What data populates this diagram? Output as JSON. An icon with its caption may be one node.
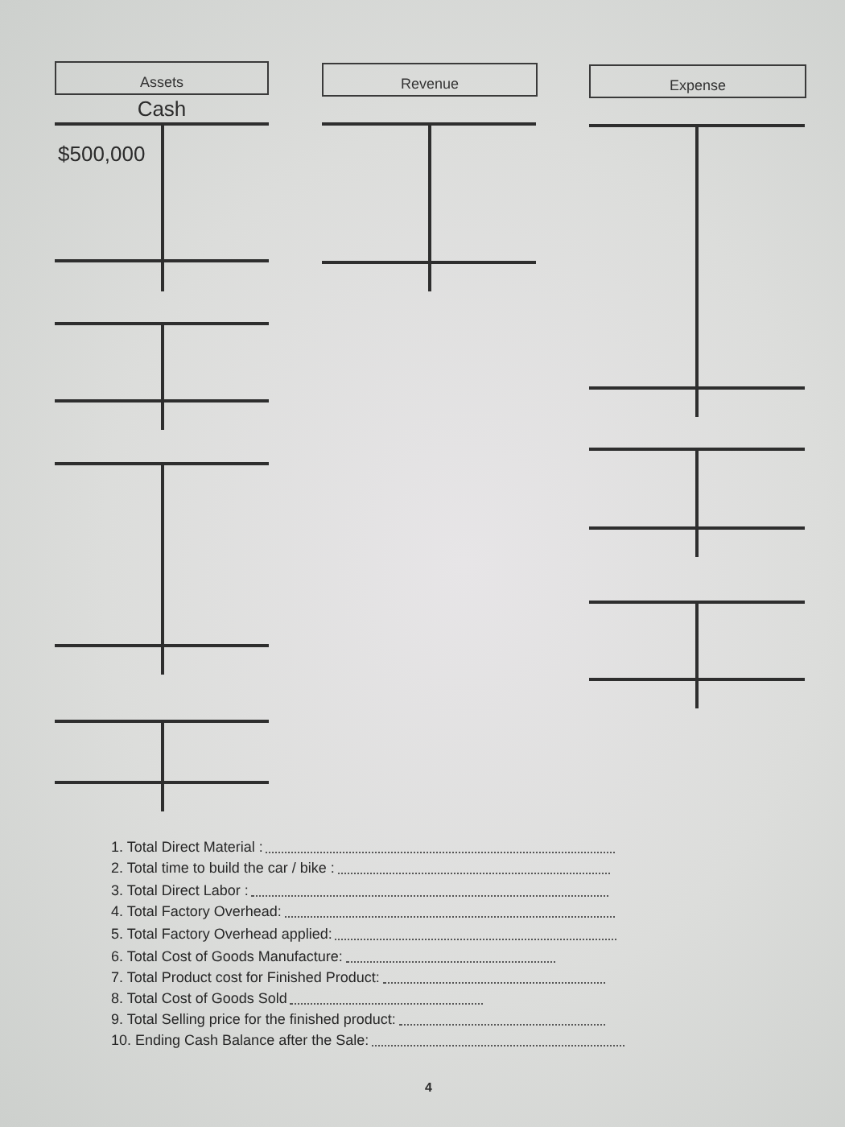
{
  "diagram": {
    "nodes": [
      {
        "text": [
          "Assets"
        ]
      },
      {
        "text": [
          "Revenue"
        ]
      },
      {
        "text": [
          "Expense"
        ]
      },
      {
        "text": [
          "Cash",
          "$500,000"
        ]
      },
      {
        "text": [],
        "shape": "t-account"
      },
      {
        "text": [],
        "shape": "t-account"
      },
      {
        "text": [],
        "shape": "t-account"
      },
      {
        "text": [],
        "shape": "t-account"
      },
      {
        "text": [],
        "shape": "t-account"
      },
      {
        "text": [],
        "shape": "t-account"
      },
      {
        "text": [],
        "shape": "t-account"
      }
    ],
    "labels": [
      "1. Total Direct Material :",
      "2. Total time to build the car / bike :",
      "3. Total Direct Labor :",
      "4. Total Factory Overhead:",
      "5. Total Factory Overhead applied:",
      "6. Total Cost of Goods Manufacture:",
      "7. Total Product cost for Finished Product:",
      "8. Total Cost of Goods Sold",
      "9. Total Selling price for the finished product:",
      "10. Ending Cash Balance after the Sale:",
      "4"
    ]
  }
}
